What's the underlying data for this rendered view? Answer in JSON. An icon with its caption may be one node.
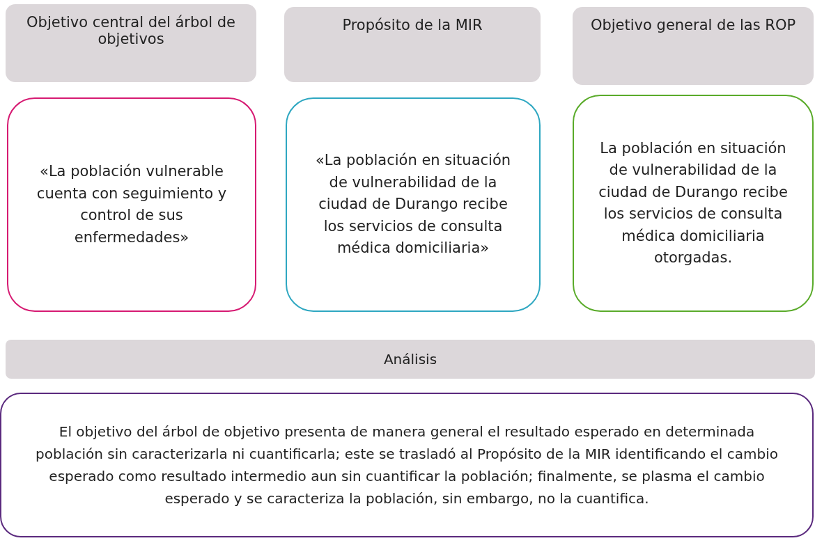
{
  "diagram": {
    "nodes": [
      {
        "text": [
          "Objetivo central del árbol de objetivos"
        ]
      },
      {
        "text": [
          "Propósito de la MIR"
        ]
      },
      {
        "text": [
          "Objetivo general de las ROP"
        ]
      },
      {
        "text": [
          "«La población vulnerable cuenta con seguimiento y control de sus enfermedades»"
        ]
      },
      {
        "text": [
          "«La población en situación de vulnerabilidad de la ciudad de Durango recibe los servicios de consulta médica domiciliaria»"
        ]
      },
      {
        "text": [
          "La población en situación de vulnerabilidad de la ciudad de Durango recibe los servicios de consulta médica domiciliaria otorgadas."
        ]
      },
      {
        "text": [
          "Análisis"
        ]
      },
      {
        "text": [
          "El objetivo del árbol de objetivo presenta de manera general el resultado esperado en determinada población sin caracterizarla ni cuantificarla; este se trasladó al Propósito de la MIR identificando el cambio esperado como resultado intermedio aun sin cuantificar la población; finalmente, se plasma el cambio esperado y se caracteriza la población, sin embargo, no la cuantifica."
        ]
      }
    ]
  }
}
